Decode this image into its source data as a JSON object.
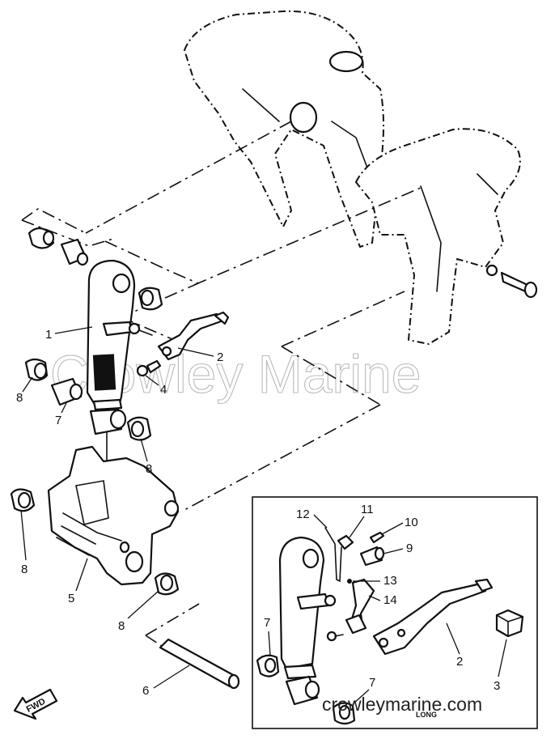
{
  "diagram": {
    "callouts": {
      "c1": "1",
      "c2": "2",
      "c4": "4",
      "c8a": "8",
      "c7a": "7",
      "c8b": "8",
      "c8c": "8",
      "c5": "5",
      "c8d": "8",
      "c6": "6"
    },
    "inset_callouts": {
      "c12": "12",
      "c11": "11",
      "c10": "10",
      "c9": "9",
      "c13": "13",
      "c14": "14",
      "c7b": "7",
      "c2b": "2",
      "c3": "3",
      "c7c": "7"
    },
    "inset_note": "LONG",
    "direction_label": "FWD",
    "watermark": "Crowley Marine",
    "site_watermark": "crowleymarine.com"
  }
}
